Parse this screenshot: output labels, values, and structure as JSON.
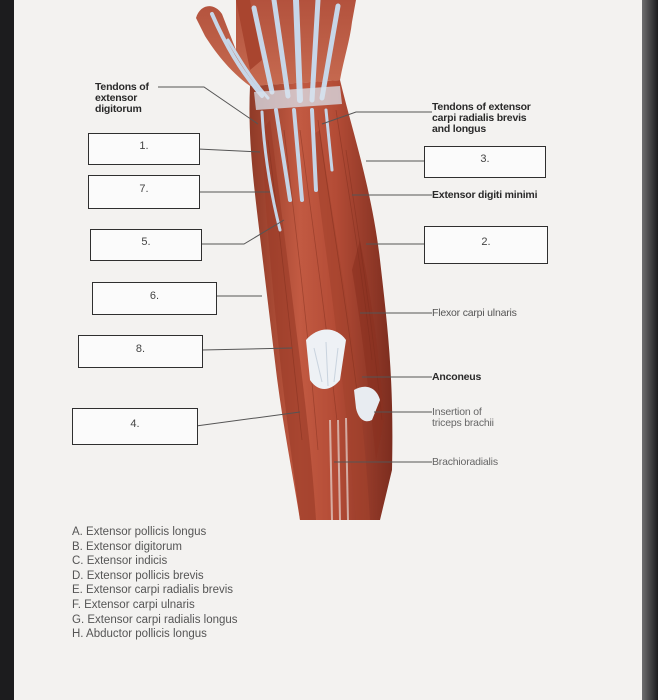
{
  "left_labels": {
    "tendons_extensor_digitorum": [
      "Tendons of",
      "extensor",
      "digitorum"
    ]
  },
  "right_labels": {
    "tendons_ecr": [
      "Tendons of extensor",
      "carpi radialis brevis",
      "and longus"
    ],
    "extensor_digiti_minimi": "Extensor digiti minimi",
    "flexor_carpi_ulnaris": "Flexor carpi ulnaris",
    "anconeus": "Anconeus",
    "insertion_triceps": [
      "Insertion of",
      "triceps brachii"
    ],
    "brachioradialis": "Brachioradialis"
  },
  "blanks": {
    "b1": "1.",
    "b7": "7.",
    "b5": "5.",
    "b6": "6.",
    "b8": "8.",
    "b4": "4.",
    "b3": "3.",
    "b2": "2."
  },
  "answer_choices": [
    "A. Extensor pollicis longus",
    "B. Extensor digitorum",
    "C. Extensor indicis",
    "D. Extensor pollicis brevis",
    "E. Extensor carpi radialis brevis",
    "F. Extensor carpi ulnaris",
    "G. Extensor carpi radialis longus",
    "H. Abductor pollicis longus"
  ],
  "colors": {
    "muscle": "#b9503a",
    "muscle_dark": "#8e3424",
    "tendon": "#c9d8ea",
    "paper": "#f3f2f0"
  }
}
